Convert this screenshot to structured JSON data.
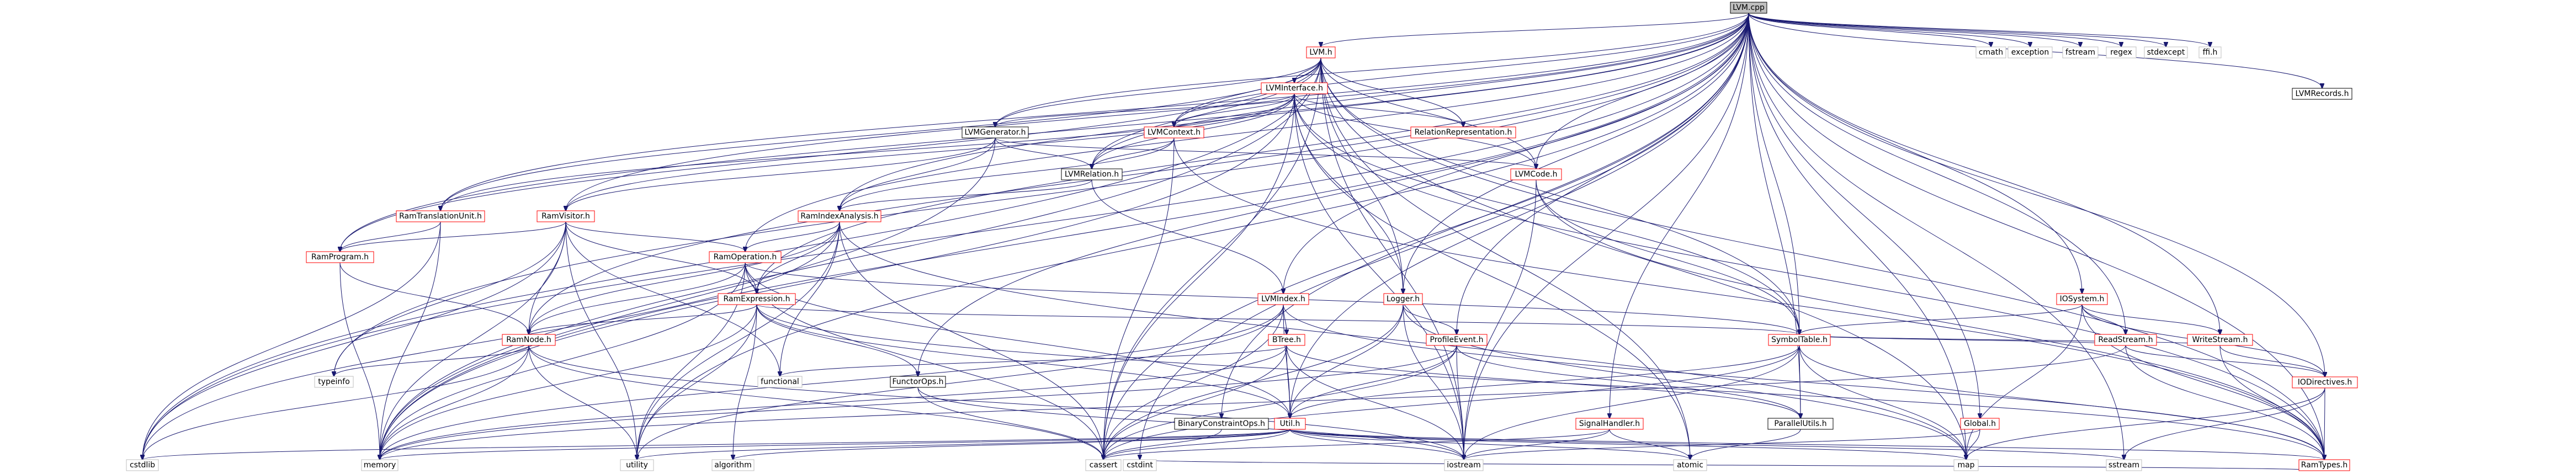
{
  "graph": {
    "colors": {
      "edge": "#191970",
      "root_fill": "#bfbfbf",
      "local_border": "#ff0000",
      "external_border": "#bfbfbf",
      "plain_border": "#000000"
    },
    "nodes": [
      {
        "id": "lvmcpp",
        "label": "LVM.cpp",
        "kind": "root"
      },
      {
        "id": "lvmh",
        "label": "LVM.h",
        "kind": "local"
      },
      {
        "id": "cmath",
        "label": "cmath",
        "kind": "external"
      },
      {
        "id": "exception",
        "label": "exception",
        "kind": "external"
      },
      {
        "id": "fstream",
        "label": "fstream",
        "kind": "external"
      },
      {
        "id": "regex",
        "label": "regex",
        "kind": "external"
      },
      {
        "id": "stdexcept",
        "label": "stdexcept",
        "kind": "external"
      },
      {
        "id": "ffih",
        "label": "ffi.h",
        "kind": "external"
      },
      {
        "id": "lvmrecords",
        "label": "LVMRecords.h",
        "kind": "plain"
      },
      {
        "id": "lvminterface",
        "label": "LVMInterface.h",
        "kind": "local"
      },
      {
        "id": "lvmgenerator",
        "label": "LVMGenerator.h",
        "kind": "plain"
      },
      {
        "id": "lvmcontext",
        "label": "LVMContext.h",
        "kind": "local"
      },
      {
        "id": "relrep",
        "label": "RelationRepresentation.h",
        "kind": "local"
      },
      {
        "id": "lvmrelation",
        "label": "LVMRelation.h",
        "kind": "plain"
      },
      {
        "id": "lvmcode",
        "label": "LVMCode.h",
        "kind": "local"
      },
      {
        "id": "ramtransunit",
        "label": "RamTranslationUnit.h",
        "kind": "local"
      },
      {
        "id": "ramvisitor",
        "label": "RamVisitor.h",
        "kind": "local"
      },
      {
        "id": "ramindexanalysis",
        "label": "RamIndexAnalysis.h",
        "kind": "local"
      },
      {
        "id": "ramprogram",
        "label": "RamProgram.h",
        "kind": "local"
      },
      {
        "id": "ramoperation",
        "label": "RamOperation.h",
        "kind": "local"
      },
      {
        "id": "ramexpression",
        "label": "RamExpression.h",
        "kind": "local"
      },
      {
        "id": "ramnode",
        "label": "RamNode.h",
        "kind": "local"
      },
      {
        "id": "lvmindex",
        "label": "LVMIndex.h",
        "kind": "local"
      },
      {
        "id": "logger",
        "label": "Logger.h",
        "kind": "local"
      },
      {
        "id": "btree",
        "label": "BTree.h",
        "kind": "local"
      },
      {
        "id": "profileevent",
        "label": "ProfileEvent.h",
        "kind": "local"
      },
      {
        "id": "symboltable",
        "label": "SymbolTable.h",
        "kind": "local"
      },
      {
        "id": "iosystem",
        "label": "IOSystem.h",
        "kind": "local"
      },
      {
        "id": "readstream",
        "label": "ReadStream.h",
        "kind": "local"
      },
      {
        "id": "writestream",
        "label": "WriteStream.h",
        "kind": "local"
      },
      {
        "id": "iodirectives",
        "label": "IODirectives.h",
        "kind": "local"
      },
      {
        "id": "functorops",
        "label": "FunctorOps.h",
        "kind": "plain"
      },
      {
        "id": "binaryconstraintops",
        "label": "BinaryConstraintOps.h",
        "kind": "plain"
      },
      {
        "id": "utilh",
        "label": "Util.h",
        "kind": "local"
      },
      {
        "id": "signalhandler",
        "label": "SignalHandler.h",
        "kind": "local"
      },
      {
        "id": "parallelutils",
        "label": "ParallelUtils.h",
        "kind": "plain"
      },
      {
        "id": "globalh",
        "label": "Global.h",
        "kind": "local"
      },
      {
        "id": "ramtypes",
        "label": "RamTypes.h",
        "kind": "local"
      },
      {
        "id": "typeinfo",
        "label": "typeinfo",
        "kind": "external"
      },
      {
        "id": "cstdlib",
        "label": "cstdlib",
        "kind": "external"
      },
      {
        "id": "memory",
        "label": "memory",
        "kind": "external"
      },
      {
        "id": "utility",
        "label": "utility",
        "kind": "external"
      },
      {
        "id": "algorithm",
        "label": "algorithm",
        "kind": "external"
      },
      {
        "id": "cassert",
        "label": "cassert",
        "kind": "external"
      },
      {
        "id": "iostream",
        "label": "iostream",
        "kind": "external"
      },
      {
        "id": "functional",
        "label": "functional",
        "kind": "external"
      },
      {
        "id": "atomic",
        "label": "atomic",
        "kind": "external"
      },
      {
        "id": "map",
        "label": "map",
        "kind": "external"
      },
      {
        "id": "sstream",
        "label": "sstream",
        "kind": "external"
      },
      {
        "id": "cstdint",
        "label": "cstdint",
        "kind": "external"
      }
    ],
    "edges": [
      [
        "lvmcpp",
        "lvmh"
      ],
      [
        "lvmcpp",
        "cmath"
      ],
      [
        "lvmcpp",
        "exception"
      ],
      [
        "lvmcpp",
        "fstream"
      ],
      [
        "lvmcpp",
        "regex"
      ],
      [
        "lvmcpp",
        "stdexcept"
      ],
      [
        "lvmcpp",
        "ffih"
      ],
      [
        "lvmcpp",
        "lvmrecords"
      ],
      [
        "lvmcpp",
        "lvmgenerator"
      ],
      [
        "lvmcpp",
        "lvmrelation"
      ],
      [
        "lvmcpp",
        "lvmcontext"
      ],
      [
        "lvmcpp",
        "lvmcode"
      ],
      [
        "lvmcpp",
        "lvmindex"
      ],
      [
        "lvmcpp",
        "logger"
      ],
      [
        "lvmcpp",
        "profileevent"
      ],
      [
        "lvmcpp",
        "symboltable"
      ],
      [
        "lvmcpp",
        "iosystem"
      ],
      [
        "lvmcpp",
        "readstream"
      ],
      [
        "lvmcpp",
        "writestream"
      ],
      [
        "lvmcpp",
        "iodirectives"
      ],
      [
        "lvmcpp",
        "ramtypes"
      ],
      [
        "lvmcpp",
        "ramtransunit"
      ],
      [
        "lvmcpp",
        "ramvisitor"
      ],
      [
        "lvmcpp",
        "ramindexanalysis"
      ],
      [
        "lvmcpp",
        "ramprogram"
      ],
      [
        "lvmcpp",
        "ramoperation"
      ],
      [
        "lvmcpp",
        "ramexpression"
      ],
      [
        "lvmcpp",
        "ramnode"
      ],
      [
        "lvmcpp",
        "functorops"
      ],
      [
        "lvmcpp",
        "binaryconstraintops"
      ],
      [
        "lvmcpp",
        "utilh"
      ],
      [
        "lvmcpp",
        "signalhandler"
      ],
      [
        "lvmcpp",
        "parallelutils"
      ],
      [
        "lvmcpp",
        "globalh"
      ],
      [
        "lvmcpp",
        "cstdlib"
      ],
      [
        "lvmcpp",
        "cstdint"
      ],
      [
        "lvmcpp",
        "memory"
      ],
      [
        "lvmcpp",
        "utility"
      ],
      [
        "lvmcpp",
        "cassert"
      ],
      [
        "lvmcpp",
        "iostream"
      ],
      [
        "lvmcpp",
        "map"
      ],
      [
        "lvmcpp",
        "sstream"
      ],
      [
        "lvmcpp",
        "typeinfo"
      ],
      [
        "lvmh",
        "lvminterface"
      ],
      [
        "lvmh",
        "lvmgenerator"
      ],
      [
        "lvmh",
        "lvmcontext"
      ],
      [
        "lvmh",
        "relrep"
      ],
      [
        "lvmh",
        "lvmrelation"
      ],
      [
        "lvmh",
        "lvmcode"
      ],
      [
        "lvmh",
        "ramtransunit"
      ],
      [
        "lvmh",
        "ramprogram"
      ],
      [
        "lvmh",
        "logger"
      ],
      [
        "lvmh",
        "symboltable"
      ],
      [
        "lvmh",
        "ramtypes"
      ],
      [
        "lvmh",
        "cassert"
      ],
      [
        "lvmh",
        "iostream"
      ],
      [
        "lvmh",
        "map"
      ],
      [
        "lvmh",
        "atomic"
      ],
      [
        "lvmh",
        "memory"
      ],
      [
        "lvmh",
        "cstdlib"
      ],
      [
        "lvminterface",
        "lvmgenerator"
      ],
      [
        "lvminterface",
        "lvmcontext"
      ],
      [
        "lvminterface",
        "relrep"
      ],
      [
        "lvminterface",
        "lvmrelation"
      ],
      [
        "lvminterface",
        "lvmcode"
      ],
      [
        "lvminterface",
        "ramtransunit"
      ],
      [
        "lvminterface",
        "ramvisitor"
      ],
      [
        "lvminterface",
        "logger"
      ],
      [
        "lvminterface",
        "symboltable"
      ],
      [
        "lvminterface",
        "ramtypes"
      ],
      [
        "lvminterface",
        "cassert"
      ],
      [
        "lvminterface",
        "iostream"
      ],
      [
        "lvminterface",
        "atomic"
      ],
      [
        "lvminterface",
        "memory"
      ],
      [
        "lvmgenerator",
        "lvmrelation"
      ],
      [
        "lvmgenerator",
        "lvmcode"
      ],
      [
        "lvmgenerator",
        "ramindexanalysis"
      ],
      [
        "lvmgenerator",
        "ramvisitor"
      ],
      [
        "lvmgenerator",
        "memory"
      ],
      [
        "lvmcontext",
        "lvmrelation"
      ],
      [
        "lvmcontext",
        "ramindexanalysis"
      ],
      [
        "lvmcontext",
        "ramtypes"
      ],
      [
        "lvmcontext",
        "cassert"
      ],
      [
        "lvmrelation",
        "lvmindex"
      ],
      [
        "lvmrelation",
        "ramindexanalysis"
      ],
      [
        "lvmcode",
        "symboltable"
      ],
      [
        "lvmcode",
        "iostream"
      ],
      [
        "lvmcode",
        "ramtypes"
      ],
      [
        "ramtransunit",
        "ramprogram"
      ],
      [
        "ramtransunit",
        "memory"
      ],
      [
        "ramtransunit",
        "cstdlib"
      ],
      [
        "ramvisitor",
        "ramprogram"
      ],
      [
        "ramvisitor",
        "ramoperation"
      ],
      [
        "ramvisitor",
        "ramexpression"
      ],
      [
        "ramvisitor",
        "ramnode"
      ],
      [
        "ramvisitor",
        "functional"
      ],
      [
        "ramvisitor",
        "typeinfo"
      ],
      [
        "ramvisitor",
        "utility"
      ],
      [
        "ramvisitor",
        "cstdlib"
      ],
      [
        "ramvisitor",
        "memory"
      ],
      [
        "ramindexanalysis",
        "ramoperation"
      ],
      [
        "ramindexanalysis",
        "ramexpression"
      ],
      [
        "ramindexanalysis",
        "ramnode"
      ],
      [
        "ramindexanalysis",
        "functional"
      ],
      [
        "ramindexanalysis",
        "cassert"
      ],
      [
        "ramindexanalysis",
        "utility"
      ],
      [
        "ramindexanalysis",
        "map"
      ],
      [
        "ramindexanalysis",
        "cstdlib"
      ],
      [
        "ramprogram",
        "ramnode"
      ],
      [
        "ramprogram",
        "memory"
      ],
      [
        "ramoperation",
        "ramexpression"
      ],
      [
        "ramoperation",
        "ramnode"
      ],
      [
        "ramoperation",
        "utilh"
      ],
      [
        "ramoperation",
        "symboltable"
      ],
      [
        "ramoperation",
        "memory"
      ],
      [
        "ramoperation",
        "utility"
      ],
      [
        "ramoperation",
        "cassert"
      ],
      [
        "ramexpression",
        "ramnode"
      ],
      [
        "ramexpression",
        "functorops"
      ],
      [
        "ramexpression",
        "utilh"
      ],
      [
        "ramexpression",
        "symboltable"
      ],
      [
        "ramexpression",
        "ramtypes"
      ],
      [
        "ramexpression",
        "memory"
      ],
      [
        "ramexpression",
        "utility"
      ],
      [
        "ramexpression",
        "algorithm"
      ],
      [
        "ramnode",
        "typeinfo"
      ],
      [
        "ramnode",
        "memory"
      ],
      [
        "ramnode",
        "utility"
      ],
      [
        "ramnode",
        "cassert"
      ],
      [
        "ramnode",
        "iostream"
      ],
      [
        "ramnode",
        "cstdlib"
      ],
      [
        "lvmindex",
        "btree"
      ],
      [
        "lvmindex",
        "utilh"
      ],
      [
        "lvmindex",
        "memory"
      ],
      [
        "lvmindex",
        "utility"
      ],
      [
        "lvmindex",
        "ramtypes"
      ],
      [
        "lvmindex",
        "cassert"
      ],
      [
        "logger",
        "profileevent"
      ],
      [
        "logger",
        "utilh"
      ],
      [
        "logger",
        "iostream"
      ],
      [
        "logger",
        "cassert"
      ],
      [
        "logger",
        "map"
      ],
      [
        "btree",
        "parallelutils"
      ],
      [
        "btree",
        "utilh"
      ],
      [
        "btree",
        "cassert"
      ],
      [
        "btree",
        "iostream"
      ],
      [
        "btree",
        "memory"
      ],
      [
        "btree",
        "functional"
      ],
      [
        "profileevent",
        "utilh"
      ],
      [
        "profileevent",
        "parallelutils"
      ],
      [
        "profileevent",
        "cassert"
      ],
      [
        "profileevent",
        "iostream"
      ],
      [
        "profileevent",
        "memory"
      ],
      [
        "symboltable",
        "parallelutils"
      ],
      [
        "symboltable",
        "utilh"
      ],
      [
        "symboltable",
        "ramtypes"
      ],
      [
        "symboltable",
        "iostream"
      ],
      [
        "symboltable",
        "cassert"
      ],
      [
        "symboltable",
        "map"
      ],
      [
        "iosystem",
        "readstream"
      ],
      [
        "iosystem",
        "writestream"
      ],
      [
        "iosystem",
        "iodirectives"
      ],
      [
        "iosystem",
        "symboltable"
      ],
      [
        "iosystem",
        "map"
      ],
      [
        "iosystem",
        "ramtypes"
      ],
      [
        "readstream",
        "iodirectives"
      ],
      [
        "readstream",
        "symboltable"
      ],
      [
        "readstream",
        "ramtypes"
      ],
      [
        "readstream",
        "memory"
      ],
      [
        "writestream",
        "iodirectives"
      ],
      [
        "writestream",
        "symboltable"
      ],
      [
        "writestream",
        "ramtypes"
      ],
      [
        "iodirectives",
        "map"
      ],
      [
        "iodirectives",
        "sstream"
      ],
      [
        "iodirectives",
        "ramtypes"
      ],
      [
        "functorops",
        "cassert"
      ],
      [
        "functorops",
        "iostream"
      ],
      [
        "binaryconstraintops",
        "cassert"
      ],
      [
        "utilh",
        "ramtypes"
      ],
      [
        "utilh",
        "cassert"
      ],
      [
        "utilh",
        "iostream"
      ],
      [
        "utilh",
        "memory"
      ],
      [
        "utilh",
        "utility"
      ],
      [
        "utilh",
        "algorithm"
      ],
      [
        "utilh",
        "atomic"
      ],
      [
        "utilh",
        "cstdlib"
      ],
      [
        "utilh",
        "sstream"
      ],
      [
        "utilh",
        "map"
      ],
      [
        "signalhandler",
        "atomic"
      ],
      [
        "signalhandler",
        "iostream"
      ],
      [
        "signalhandler",
        "cassert"
      ],
      [
        "parallelutils",
        "atomic"
      ],
      [
        "globalh",
        "map"
      ],
      [
        "globalh",
        "iostream"
      ],
      [
        "ramtypes",
        "cstdint"
      ]
    ]
  }
}
